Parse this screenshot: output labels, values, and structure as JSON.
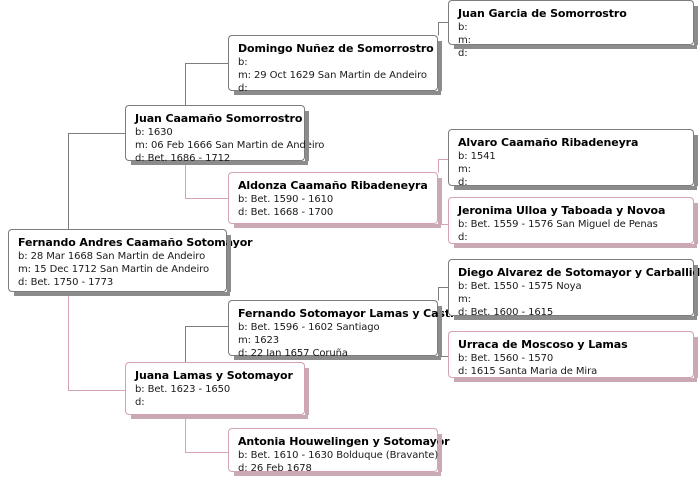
{
  "chart": {
    "type": "genealogy-pedigree-tree",
    "title": "",
    "generations": 4,
    "colors": {
      "male_border": "#7d7d7d",
      "male_shadow": "#8c8c8c",
      "female_border": "#d3a3b4",
      "female_shadow": "#c9aab4",
      "male_connector": "#7d7d7d",
      "female_connector": "#d3a3b4",
      "background": "#ffffff",
      "text": "#000000"
    },
    "field_labels": {
      "birth": "b:",
      "marriage": "m:",
      "death": "d:"
    }
  },
  "people": {
    "fernando_andres": {
      "name": "Fernando Andres Caamaño Sotomayor",
      "sex": "male",
      "generation": 1,
      "birth": "b: 28 Mar  1668 San Martin de Andeiro",
      "marriage": "m:  15 Dec  1712 San Martin de Andeiro",
      "death": "d: Bet.  1750  -  1773"
    },
    "juan_caamano": {
      "name": "Juan Caamaño Somorrostro",
      "sex": "male",
      "generation": 2,
      "birth": "b:  1630",
      "marriage": "m: 06 Feb  1666 San Martin de Andeiro",
      "death": "d: Bet.  1686  -  1712"
    },
    "juana_lamas": {
      "name": "Juana Lamas y Sotomayor",
      "sex": "female",
      "generation": 2,
      "birth": "b: Bet.  1623 -  1650",
      "death": "d:"
    },
    "domingo_nunez": {
      "name": "Domingo Nuñez de Somorrostro",
      "sex": "male",
      "generation": 3,
      "birth": "b:",
      "marriage": "m: 29 Oct  1629 San Martin de Andeiro",
      "death": "d:"
    },
    "aldonza_caamano": {
      "name": "Aldonza Caamaño Ribadeneyra",
      "sex": "female",
      "generation": 3,
      "birth": "b: Bet.  1590  -  1610",
      "death": "d: Bet.  1668  -  1700"
    },
    "fernando_sotomayor": {
      "name": "Fernando Sotomayor Lamas y Castro",
      "sex": "male",
      "generation": 3,
      "birth": "b: Bet.  1596  -  1602 Santiago",
      "marriage": "m:  1623",
      "death": "d: 22 Jan  1657 Coruña"
    },
    "antonia_houwelingen": {
      "name": "Antonia Houwelingen y Sotomayor",
      "sex": "female",
      "generation": 3,
      "birth": "b: Bet.  1610  -  1630 Bolduque (Bravante)",
      "death": "d: 26 Feb  1678"
    },
    "juan_garcia": {
      "name": "Juan Garcia de Somorrostro",
      "sex": "male",
      "generation": 4,
      "birth": "b:",
      "marriage": "m:",
      "death": "d:"
    },
    "alvaro_caamano": {
      "name": "Alvaro Caamaño Ribadeneyra",
      "sex": "male",
      "generation": 4,
      "birth": "b:  1541",
      "marriage": "m:",
      "death": "d:"
    },
    "jeronima_ulloa": {
      "name": "Jeronima Ulloa y Taboada y Novoa",
      "sex": "female",
      "generation": 4,
      "birth": "b: Bet.  1559  -  1576 San Miguel de Penas",
      "death": "d:"
    },
    "diego_alvarez": {
      "name": "Diego Alvarez de Sotomayor y Carballido",
      "sex": "male",
      "generation": 4,
      "birth": "b: Bet.  1550  -  1575 Noya",
      "marriage": "m:",
      "death": "d: Bet.  1600  -  1615"
    },
    "urraca_moscoso": {
      "name": "Urraca de Moscoso y Lamas",
      "sex": "female",
      "generation": 4,
      "birth": "b: Bet.  1560  -  1570",
      "death": "d: 1615 Santa Maria de Mira"
    }
  }
}
